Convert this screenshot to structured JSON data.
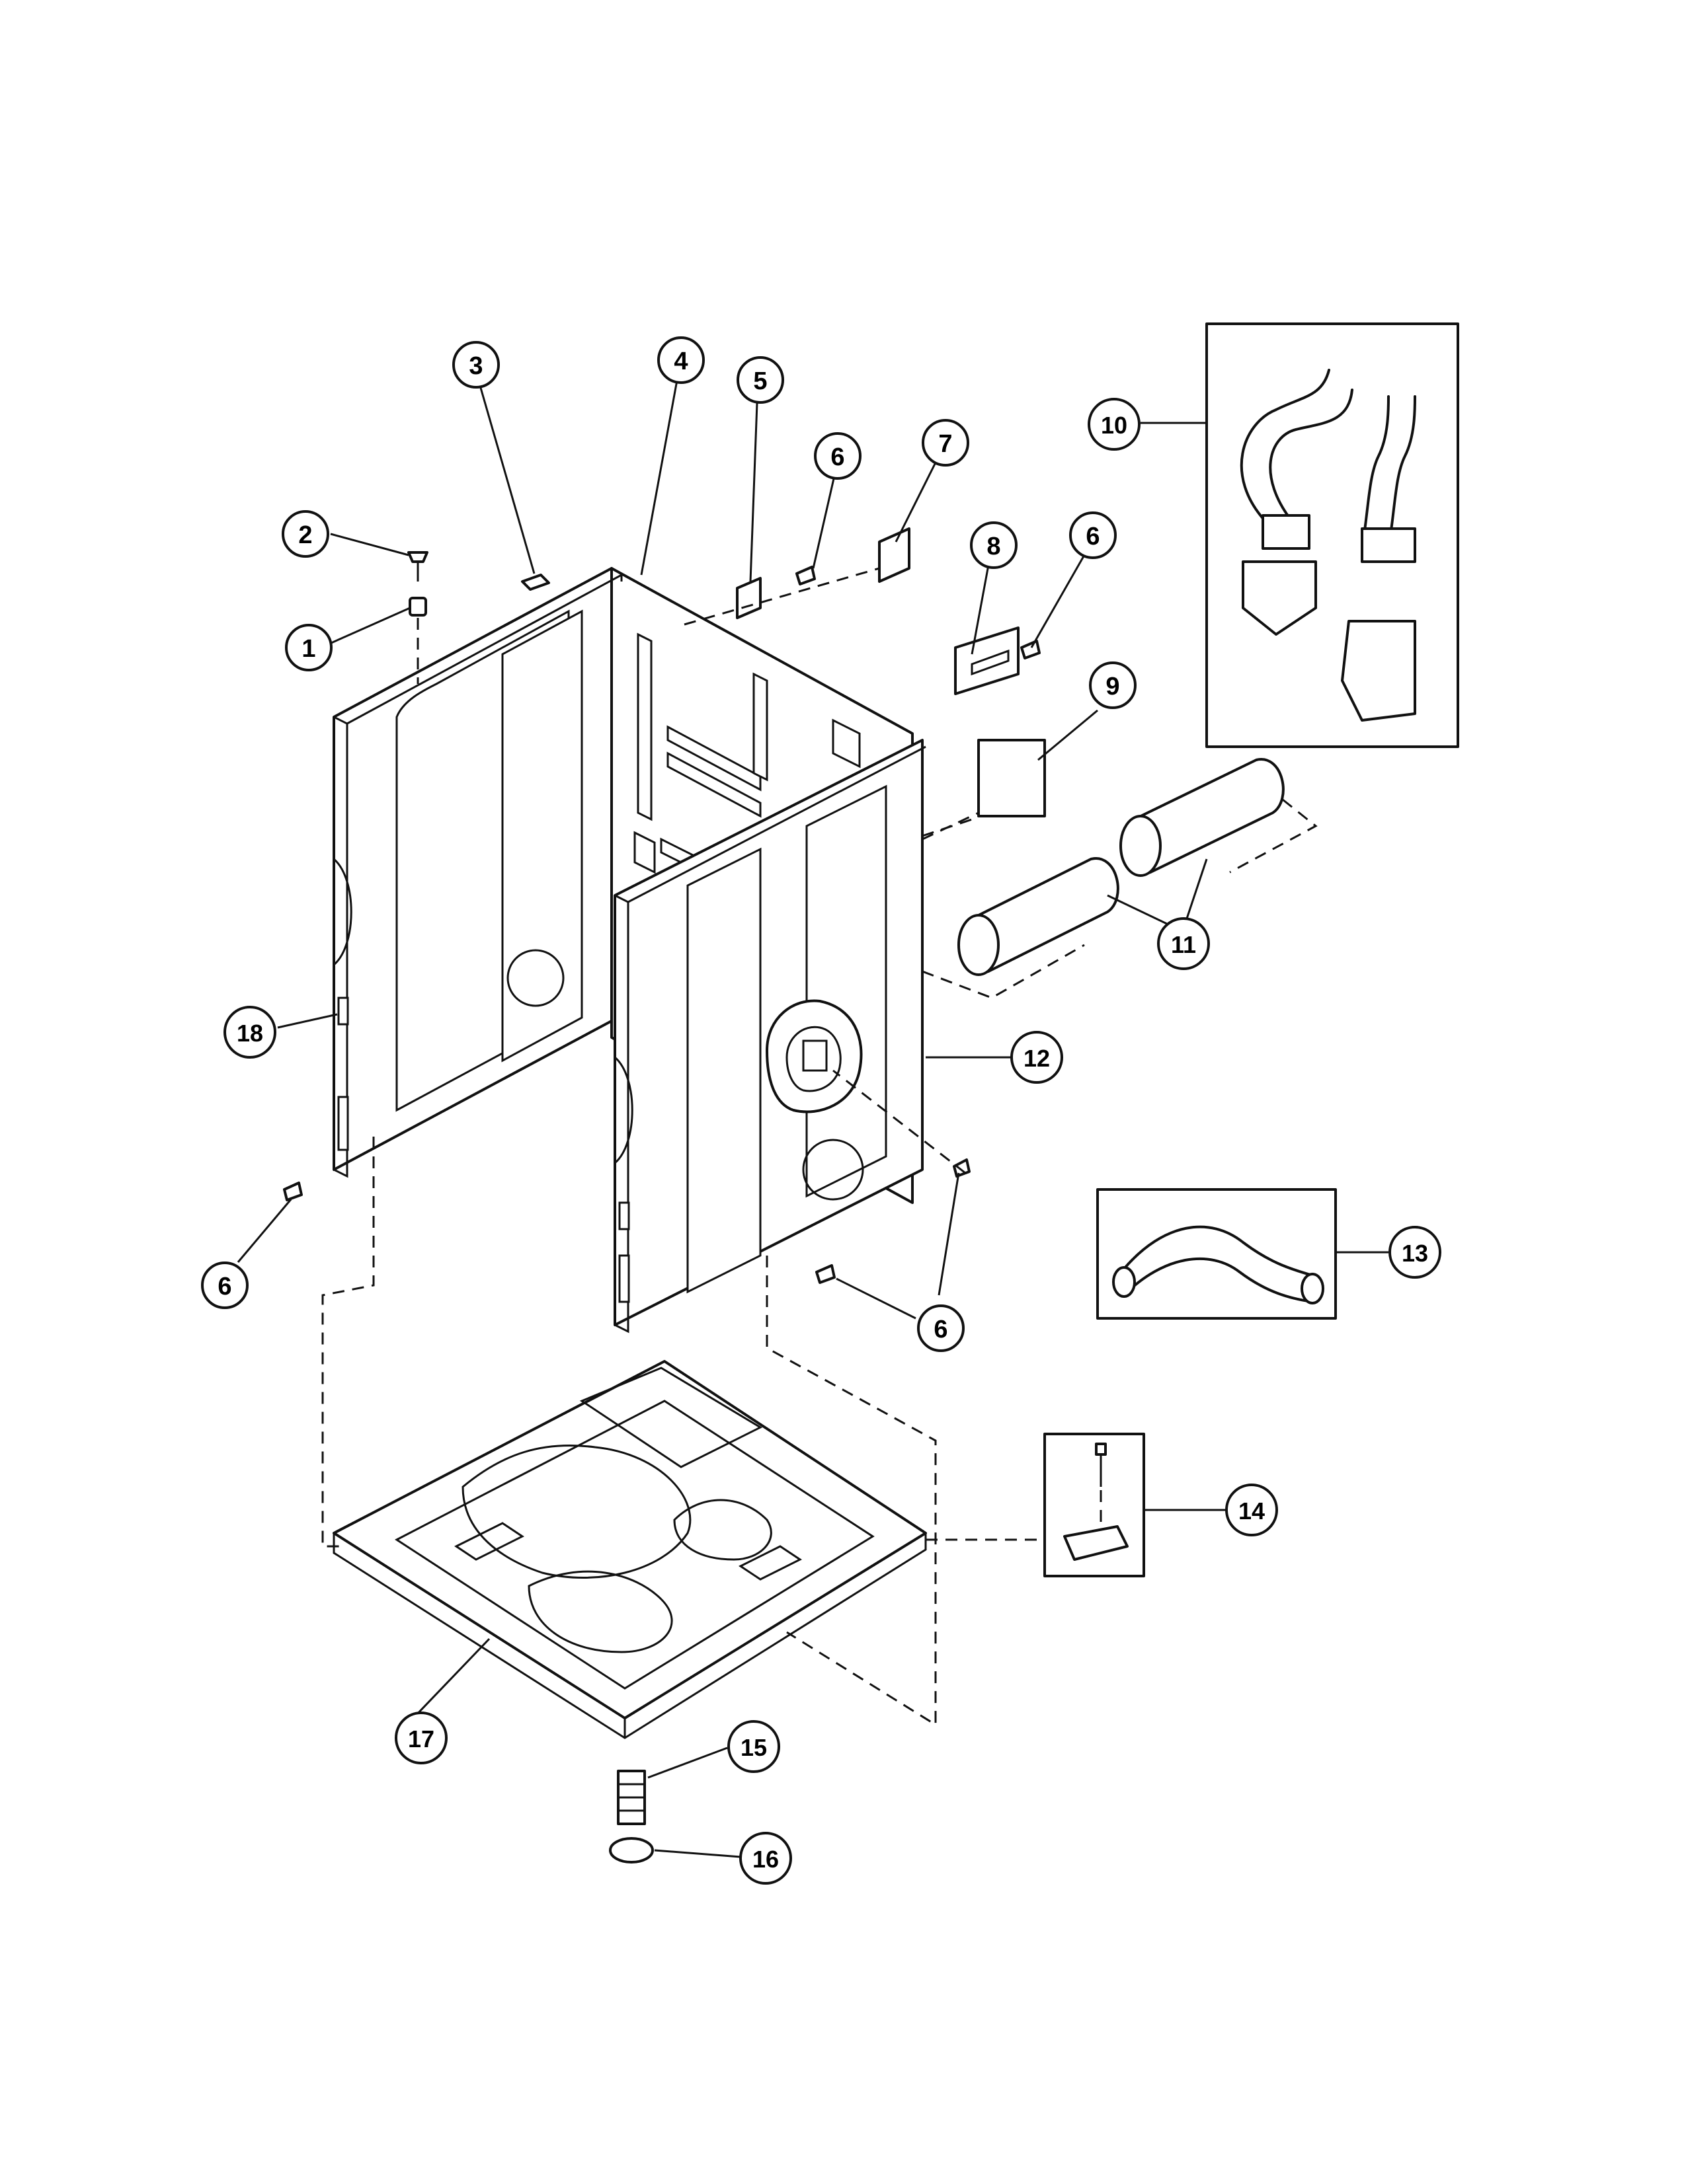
{
  "callouts": [
    {
      "id": "c1",
      "label": "1"
    },
    {
      "id": "c2",
      "label": "2"
    },
    {
      "id": "c3",
      "label": "3"
    },
    {
      "id": "c4",
      "label": "4"
    },
    {
      "id": "c5",
      "label": "5"
    },
    {
      "id": "c6a",
      "label": "6"
    },
    {
      "id": "c7",
      "label": "7"
    },
    {
      "id": "c8",
      "label": "8"
    },
    {
      "id": "c6b",
      "label": "6"
    },
    {
      "id": "c9",
      "label": "9"
    },
    {
      "id": "c10",
      "label": "10"
    },
    {
      "id": "c11",
      "label": "11"
    },
    {
      "id": "c12",
      "label": "12"
    },
    {
      "id": "c13",
      "label": "13"
    },
    {
      "id": "c14",
      "label": "14"
    },
    {
      "id": "c15",
      "label": "15"
    },
    {
      "id": "c16",
      "label": "16"
    },
    {
      "id": "c17",
      "label": "17"
    },
    {
      "id": "c18",
      "label": "18"
    },
    {
      "id": "c6c",
      "label": "6"
    },
    {
      "id": "c6d",
      "label": "6"
    }
  ]
}
